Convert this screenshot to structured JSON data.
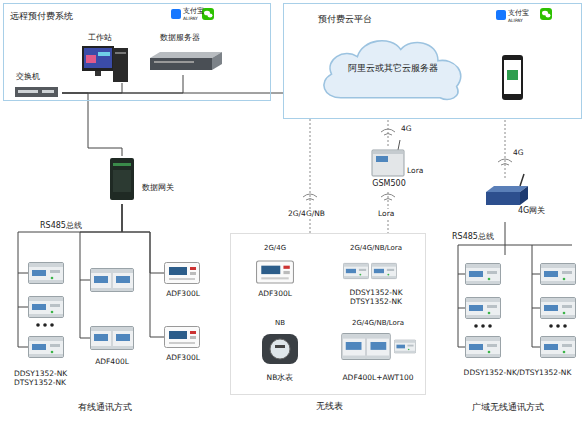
{
  "diagram": {
    "nodes": [
      {
        "text": [
          "远程预付费系统"
        ]
      },
      {
        "text": [
          "工作站"
        ],
        "in": 0
      },
      {
        "text": [
          "数据服务器"
        ],
        "in": 0
      },
      {
        "text": [
          "交换机"
        ],
        "in": 0
      },
      {
        "text": [
          "预付费云平台"
        ]
      },
      {
        "text": [
          "阿里云或其它云服务器"
        ],
        "in": 4
      },
      {
        "text": [
          "数据网关"
        ]
      },
      {
        "text": [
          "GSM500"
        ]
      },
      {
        "text": [
          "4G网关"
        ]
      },
      {
        "text": [
          "DDSY1352-NK DTSY1352-NK"
        ]
      },
      {
        "text": [
          "ADF400L"
        ]
      },
      {
        "text": [
          "ADF300L"
        ]
      },
      {
        "text": [
          "ADF300L"
        ]
      },
      {
        "text": [
          "无线表"
        ]
      },
      {
        "text": [
          "2G/4G",
          "ADF300L"
        ],
        "in": 13
      },
      {
        "text": [
          "2G/4G/NB/Lora",
          "DDSY1352-NK DTSY1352-NK"
        ],
        "in": 13
      },
      {
        "text": [
          "NB",
          "NB水表"
        ],
        "in": 13
      },
      {
        "text": [
          "2G/4G/NB/Lora",
          "ADF400L+AWT100"
        ],
        "in": 13
      },
      {
        "text": [
          "DDSY1352-NK/DTSY1352-NK"
        ]
      }
    ],
    "edges": [
      {
        "from": 3,
        "to": 1,
        "arrow": "none"
      },
      {
        "from": 3,
        "to": 2,
        "arrow": "none"
      },
      {
        "from": 3,
        "to": 4,
        "arrow": "none"
      },
      {
        "from": 3,
        "to": 6,
        "arrow": "none"
      },
      {
        "from": 6,
        "to": 9,
        "arrow": "none"
      },
      {
        "from": 6,
        "to": 10,
        "arrow": "none"
      },
      {
        "from": 6,
        "to": 11,
        "arrow": "none"
      },
      {
        "from": 6,
        "to": 12,
        "arrow": "none"
      },
      {
        "from": 4,
        "to": 13,
        "label": "2G/4G/NB",
        "arrow": "none"
      },
      {
        "from": 7,
        "to": 4,
        "label": "4G",
        "arrow": "none"
      },
      {
        "from": 7,
        "to": 13,
        "label": "Lora",
        "arrow": "none"
      },
      {
        "from": 8,
        "to": 4,
        "label": "4G",
        "arrow": "none"
      },
      {
        "from": 8,
        "to": 18,
        "arrow": "none"
      }
    ],
    "labels": [
      "支付宝",
      "ALIPAY",
      "支付宝",
      "ALIPAY",
      "Lora",
      "RS485总线",
      "RS485总线",
      "有线通讯方式",
      "广域无线通讯方式"
    ]
  }
}
